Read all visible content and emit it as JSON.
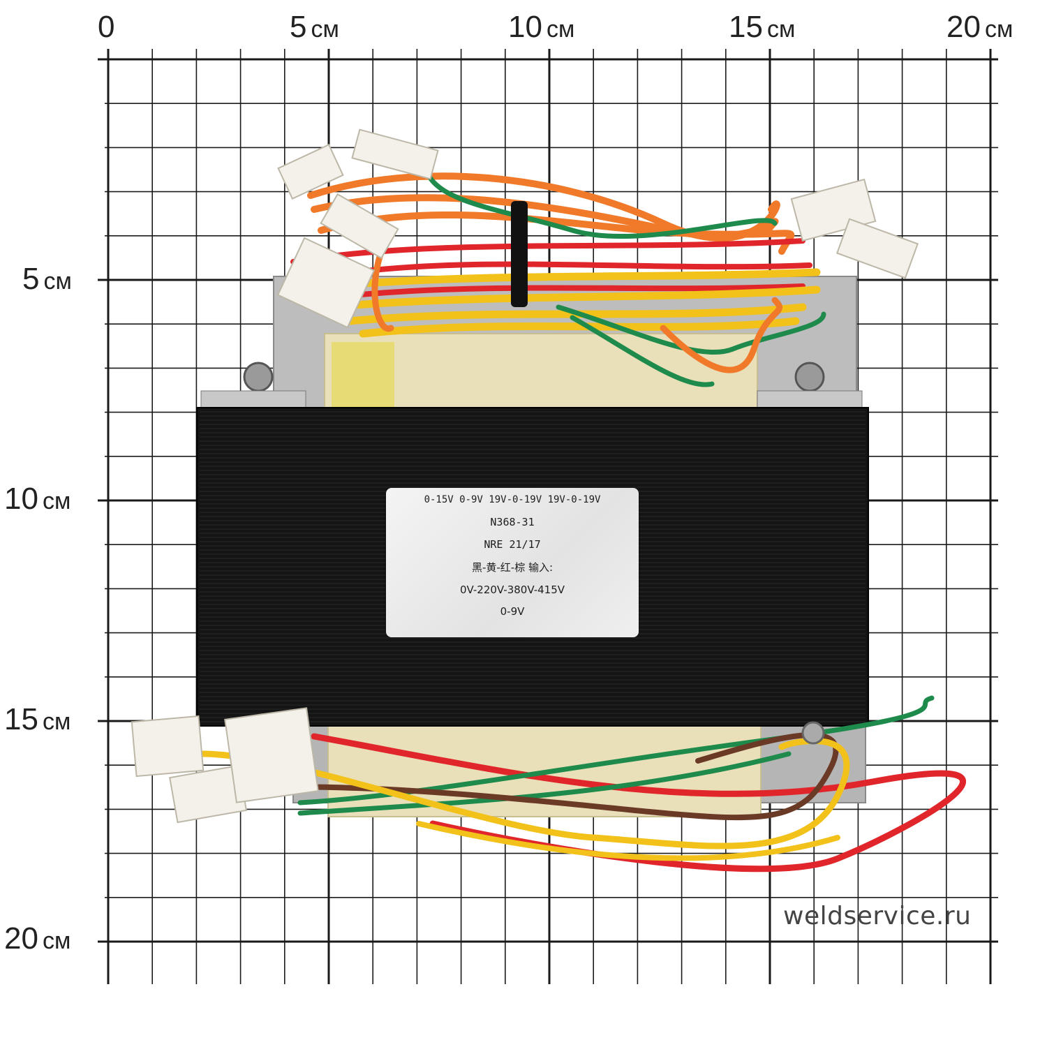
{
  "ruler": {
    "top": [
      {
        "num": "0",
        "unit": ""
      },
      {
        "num": "5",
        "unit": "см"
      },
      {
        "num": "10",
        "unit": "см"
      },
      {
        "num": "15",
        "unit": "см"
      },
      {
        "num": "20",
        "unit": "см"
      }
    ],
    "left": [
      {
        "num": "5",
        "unit": "см"
      },
      {
        "num": "10",
        "unit": "см"
      },
      {
        "num": "15",
        "unit": "см"
      },
      {
        "num": "20",
        "unit": "см"
      }
    ]
  },
  "nameplate": {
    "line0": "0-15V 0-9V 19V-0-19V 19V-0-19V",
    "line1": "N368-31",
    "line2": "NRE 21/17",
    "line3": "黑-黄-红-棕 输入:",
    "line4": "0V-220V-380V-415V",
    "line5": "0-9V"
  },
  "watermark": "weldservice.ru",
  "colors": {
    "grid": "#1a1a1a",
    "core": "#141414",
    "bobbin": "#e9dfb8",
    "frame": "#b9b9b9",
    "wire_orange": "#f07a2a",
    "wire_red": "#e0262a",
    "wire_yellow": "#f2c21a",
    "wire_green": "#1e8a4c",
    "wire_brown": "#6b3a26",
    "connector": "#f4f1ea"
  }
}
